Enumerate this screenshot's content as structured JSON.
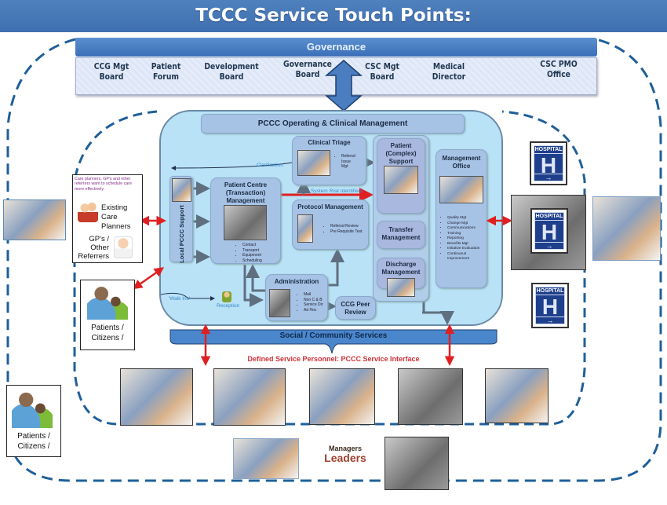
{
  "title": "TCCC Service Touch Points:",
  "governance": {
    "header": "Governance",
    "items": [
      {
        "line1": "CCG Mgt",
        "line2": "Board"
      },
      {
        "line1": "Patient",
        "line2": "Forum"
      },
      {
        "line1": "Development",
        "line2": "Board"
      },
      {
        "line1": "Governance",
        "line2": "Board"
      },
      {
        "line1": "CSC Mgt",
        "line2": "Board"
      },
      {
        "line1": "Medical",
        "line2": "Director"
      },
      {
        "line1": "CSC PMO",
        "line2": "Office"
      }
    ]
  },
  "pccc": {
    "header": "PCCC Operating & Clinical Management",
    "local_support": "Local PCCC Support",
    "clarification": "Clarification",
    "system_risk": "System Risk Identifiers",
    "walk_ins": "'Walk Ins'",
    "reception": "Reception",
    "clinical_triage": {
      "title": "Clinical Triage",
      "bullets": [
        "Referral",
        "Issue",
        "Mgt"
      ]
    },
    "patient_centre": {
      "title1": "Patient Centre",
      "title2": "(Transaction)",
      "title3": "Management",
      "bullets": [
        "Contact",
        "Transport",
        "Equipment",
        "Scheduling"
      ]
    },
    "protocol": {
      "title": "Protocol Management",
      "bullets": [
        "Referral Review",
        "Pre Requisite Test"
      ]
    },
    "administration": {
      "title": "Administration",
      "bullets": [
        "Mail",
        "Non C & B",
        "Service Dir",
        "Ad Hoc"
      ]
    },
    "ccg_peer": {
      "line1": "CCG Peer",
      "line2": "Review"
    },
    "patient_complex": {
      "line1": "Patient",
      "line2": "(Complex)",
      "line3": "Support"
    },
    "transfer": {
      "line1": "Transfer",
      "line2": "Management"
    },
    "discharge": {
      "line1": "Discharge",
      "line2": "Management"
    },
    "management_office": {
      "line1": "Management",
      "line2": "Office",
      "bullets": [
        "Quality Mgt",
        "Change Mgt",
        "Communications",
        "Training",
        "Reporting",
        "Benefits Mgt",
        "Initiative Evaluation",
        "Continuous Improvement"
      ]
    }
  },
  "referrers": {
    "note": "Care planners, GP's and other referrers want to schedule care more effectively.",
    "existing": {
      "line1": "Existing",
      "line2": "Care",
      "line3": "Planners"
    },
    "gps": {
      "line1": "GP's /",
      "line2": "Other",
      "line3": "Referrers"
    }
  },
  "patients_inner": {
    "line1": "Patients /",
    "line2": "Citizens /"
  },
  "patients_outer": {
    "line1": "Patients /",
    "line2": "Citizens /"
  },
  "social": {
    "bar": "Social / Community Services",
    "interface": "Defined Service Personnel: PCCC Service Interface"
  },
  "hospital_sign": {
    "label": "HOSPITAL",
    "letter": "H",
    "arrow": "→"
  },
  "wordcloud": {
    "word1": "Managers",
    "word2": "Leaders"
  },
  "colors": {
    "title_bg": "#4f81bd",
    "dash": "#1f5f99",
    "red_arrow": "#e02020",
    "panel": "#b9e2f7",
    "box": "#a6c3e6"
  }
}
